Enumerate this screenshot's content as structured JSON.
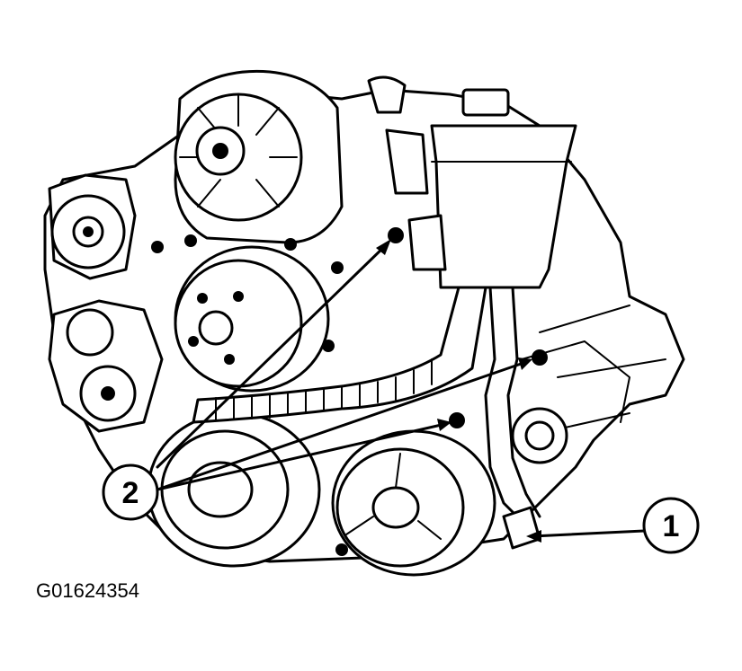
{
  "figure_id": "G01624354",
  "callouts": [
    {
      "label": "1"
    },
    {
      "label": "2"
    }
  ]
}
